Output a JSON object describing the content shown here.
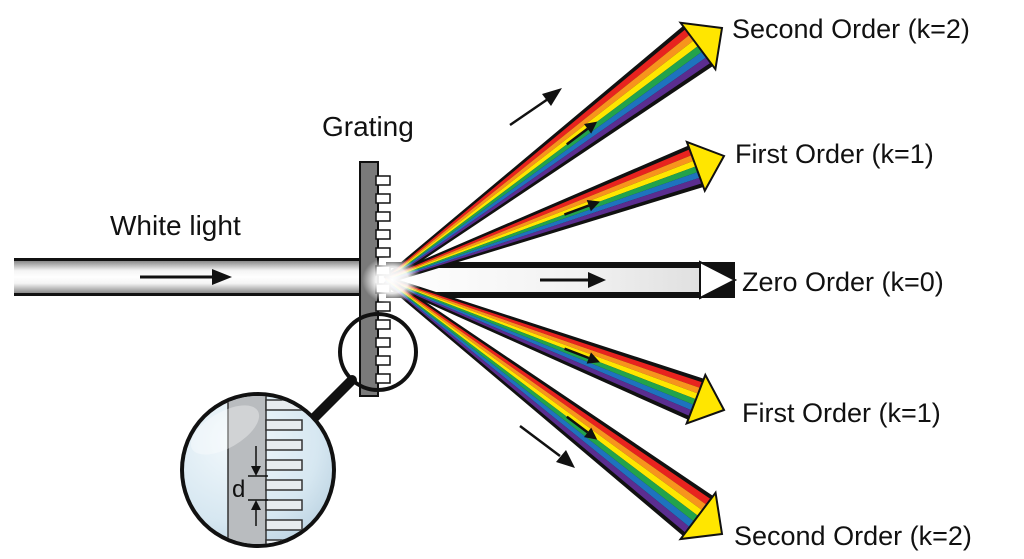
{
  "labels": {
    "white_light": "White light",
    "grating": "Grating",
    "zero_order": "Zero Order (k=0)",
    "first_order_up": "First Order (k=1)",
    "first_order_down": "First Order (k=1)",
    "second_order_up": "Second Order (k=2)",
    "second_order_down": "Second Order (k=2)",
    "spacing": "d"
  },
  "colors": {
    "spectrum": [
      "#e8231f",
      "#f7941d",
      "#ffe600",
      "#22a34b",
      "#1e73be",
      "#5b2d90"
    ],
    "grating_fill": "#7a7a7a",
    "outline": "#111111",
    "lens_fill": "#dbeaf3",
    "background": "#ffffff"
  }
}
